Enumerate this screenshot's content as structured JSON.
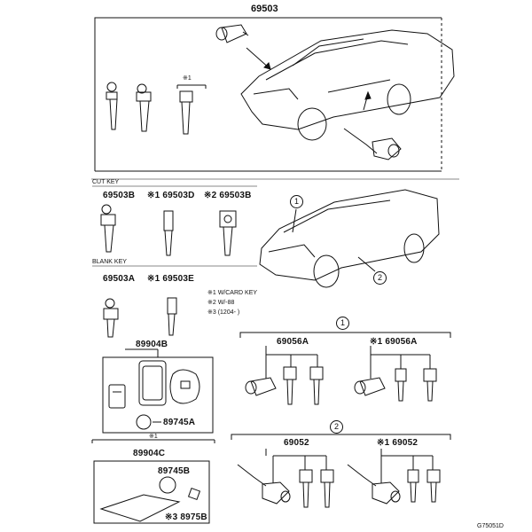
{
  "labels": {
    "top_part": "69503",
    "cut_key_header": "CUT KEY",
    "p_69503b": "69503B",
    "p_69503d": "※1 69503D",
    "p_69503b2": "※2 69503B",
    "blank_key_header": "BLANK KEY",
    "p_69503a": "69503A",
    "p_69503e": "※1 69503E",
    "p_89904b": "89904B",
    "p_89745a": "89745A",
    "p_89904c": "89904C",
    "p_89745b": "89745B",
    "p_8975b": "※3 8975B",
    "p_69056a": "69056A",
    "p_69056a2": "※1 69056A",
    "p_69052": "69052",
    "p_69052b": "※1 69052",
    "fig_code": "G75051D",
    "note_mark_top": "※1",
    "note_mark_c": "※1"
  },
  "callouts": {
    "one": "1",
    "two": "2"
  },
  "notes": [
    "※1 W/CARD KEY",
    "※2 W/-88",
    "※3 (1204-   )"
  ]
}
